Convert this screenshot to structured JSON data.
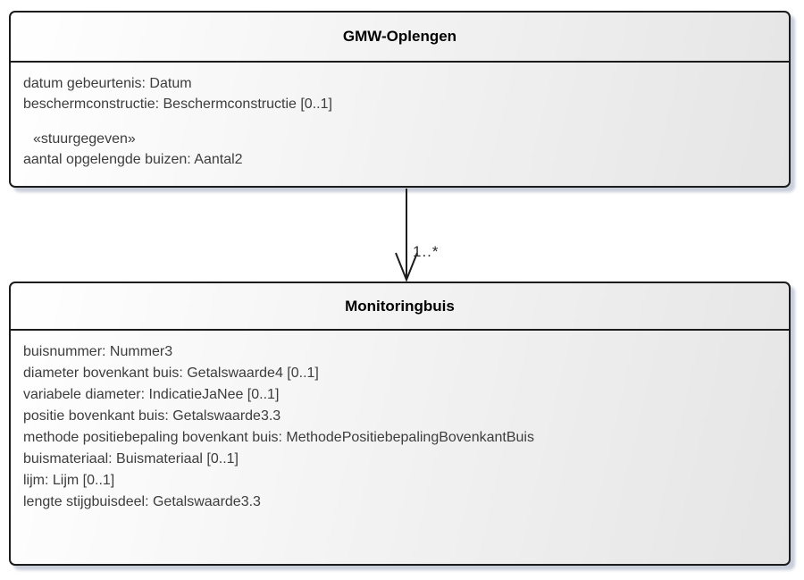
{
  "diagram_type": "uml-class-diagram",
  "colors": {
    "background": "#ffffff",
    "border": "#1c1c1c",
    "fill_start": "#ffffff",
    "fill_end": "#e5e5e5",
    "shadow": "#c9cedb",
    "text": "#3d3d3d",
    "title": "#000000"
  },
  "classes": [
    {
      "title": "GMW-Oplengen",
      "attribute_groups": [
        {
          "stereotype": null,
          "attributes": [
            "datum gebeurtenis: Datum",
            "beschermconstructie: Beschermconstructie [0..1]"
          ]
        },
        {
          "stereotype": "«stuurgegeven»",
          "attributes": [
            "aantal opgelengde buizen: Aantal2"
          ]
        }
      ]
    },
    {
      "title": "Monitoringbuis",
      "attribute_groups": [
        {
          "stereotype": null,
          "attributes": [
            "buisnummer: Nummer3",
            "diameter bovenkant buis: Getalswaarde4 [0..1]",
            "variabele diameter: IndicatieJaNee [0..1]",
            "positie bovenkant buis: Getalswaarde3.3",
            "methode positiebepaling bovenkant buis: MethodePositiebepalingBovenkantBuis",
            "buismateriaal: Buismateriaal [0..1]",
            "lijm: Lijm [0..1]",
            "lengte stijgbuisdeel: Getalswaarde3.3"
          ]
        }
      ]
    }
  ],
  "connector": {
    "type": "directed-association",
    "source": "GMW-Oplengen",
    "target": "Monitoringbuis",
    "multiplicity": "1..*"
  }
}
